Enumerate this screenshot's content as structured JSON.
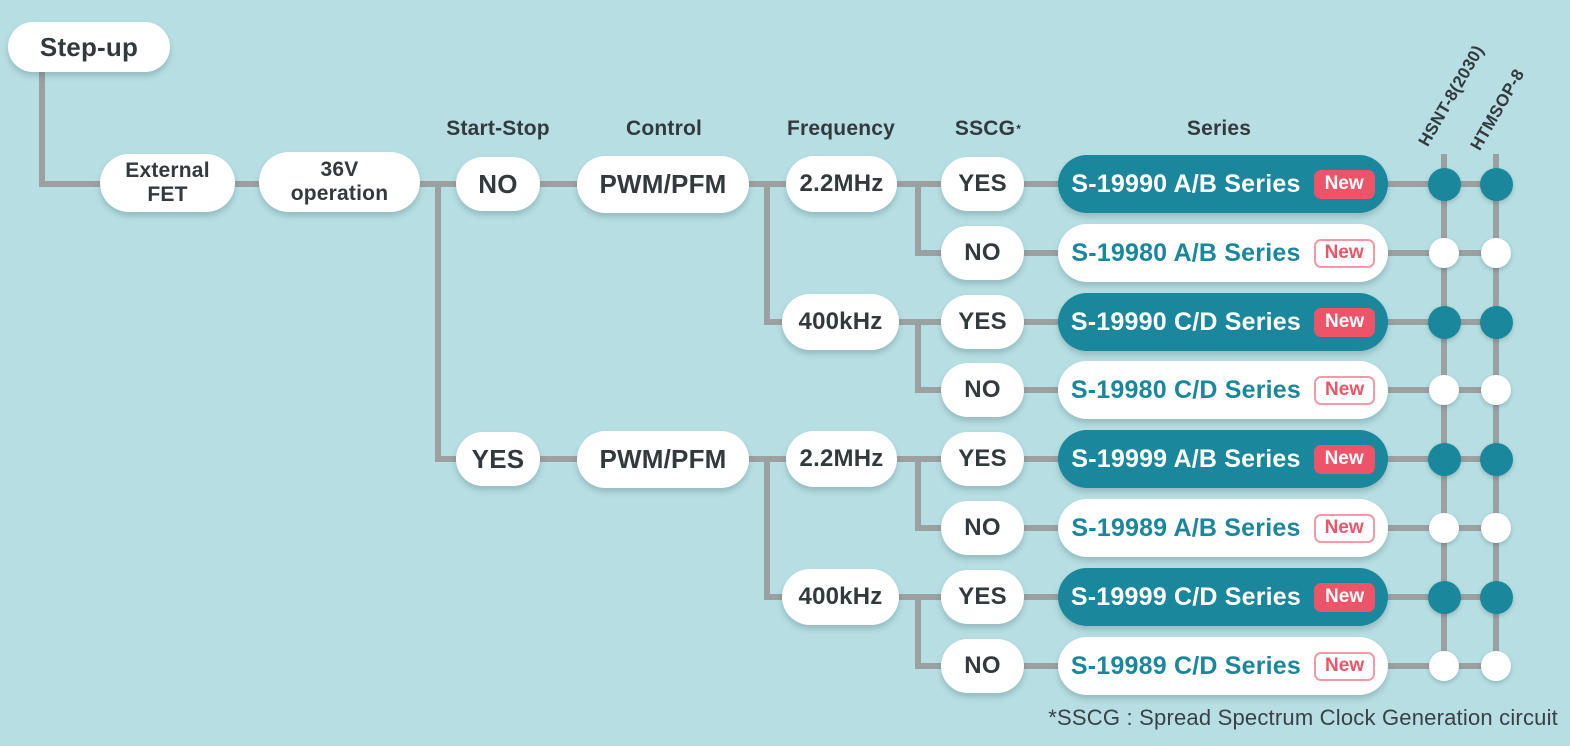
{
  "colors": {
    "bg": "#b7dee2",
    "teal": "#1a879c",
    "red": "#ee5468",
    "red-light": "#f29aa6",
    "line": "#9ba0a1",
    "text": "#333a3d"
  },
  "root": {
    "label": "Step-up"
  },
  "pre_nodes": {
    "external_fet": {
      "line1": "External",
      "line2": "FET"
    },
    "operation_36v": {
      "line1": "36V",
      "line2": "operation"
    }
  },
  "headers": {
    "start_stop": "Start-Stop",
    "control": "Control",
    "frequency": "Frequency",
    "sscg": "SSCG",
    "sscg_sup": "*",
    "series": "Series"
  },
  "branches": {
    "start_stop": [
      "NO",
      "YES"
    ],
    "control": [
      "PWM/PFM",
      "PWM/PFM"
    ],
    "frequency": [
      "2.2MHz",
      "400kHz",
      "2.2MHz",
      "400kHz"
    ]
  },
  "packages": [
    {
      "name": "HSNT-8(2030)"
    },
    {
      "name": "HTMSOP-8"
    }
  ],
  "rows": [
    {
      "sscg": "YES",
      "series": "S-19990 A/B Series",
      "badge": "New",
      "highlight": true,
      "hsnt8": true,
      "htmsop8": true
    },
    {
      "sscg": "NO",
      "series": "S-19980 A/B Series",
      "badge": "New",
      "highlight": false,
      "hsnt8": false,
      "htmsop8": false
    },
    {
      "sscg": "YES",
      "series": "S-19990 C/D Series",
      "badge": "New",
      "highlight": true,
      "hsnt8": true,
      "htmsop8": true
    },
    {
      "sscg": "NO",
      "series": "S-19980 C/D Series",
      "badge": "New",
      "highlight": false,
      "hsnt8": false,
      "htmsop8": false
    },
    {
      "sscg": "YES",
      "series": "S-19999 A/B Series",
      "badge": "New",
      "highlight": true,
      "hsnt8": true,
      "htmsop8": true
    },
    {
      "sscg": "NO",
      "series": "S-19989 A/B Series",
      "badge": "New",
      "highlight": false,
      "hsnt8": false,
      "htmsop8": false
    },
    {
      "sscg": "YES",
      "series": "S-19999 C/D Series",
      "badge": "New",
      "highlight": true,
      "hsnt8": true,
      "htmsop8": true
    },
    {
      "sscg": "NO",
      "series": "S-19989 C/D Series",
      "badge": "New",
      "highlight": false,
      "hsnt8": false,
      "htmsop8": false
    }
  ],
  "footnote": "*SSCG : Spread Spectrum Clock Generation circuit"
}
